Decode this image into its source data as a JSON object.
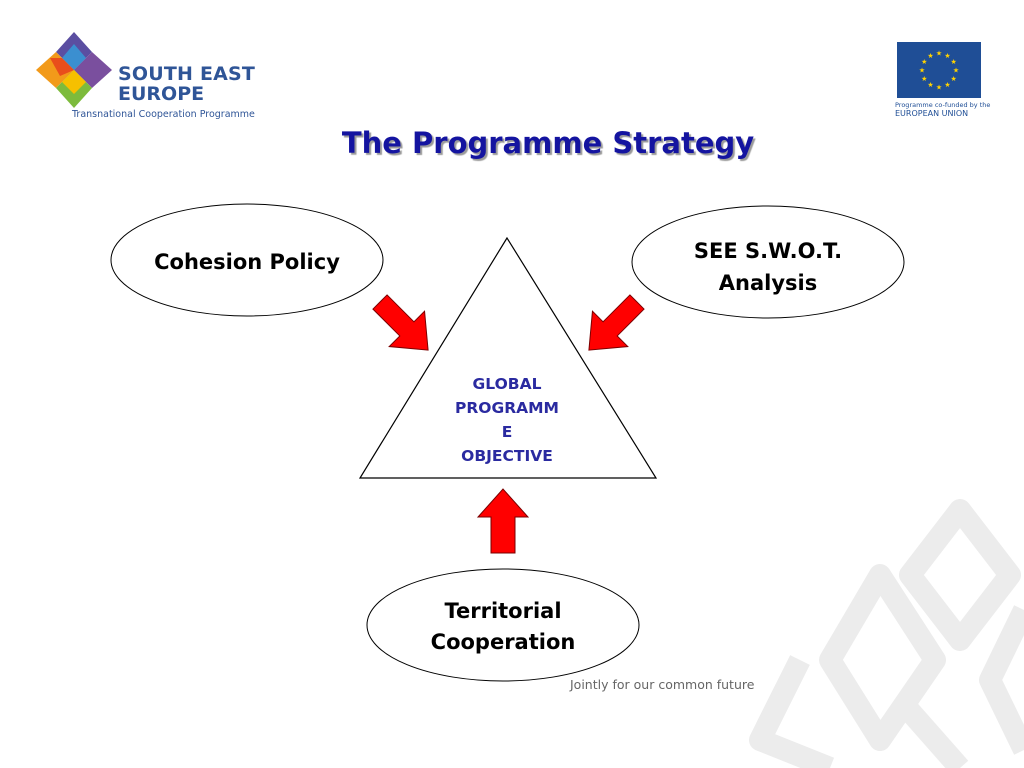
{
  "header": {
    "programme_logo": {
      "line1": "SOUTH EAST",
      "line2": "EUROPE",
      "line3": "Transnational Cooperation Programme"
    },
    "eu_logo": {
      "line1": "Programme co-funded by the",
      "line2": "EUROPEAN UNION"
    }
  },
  "title": "The Programme Strategy",
  "diagram": {
    "inputs": [
      {
        "id": "cohesion",
        "lines": [
          "Cohesion Policy"
        ]
      },
      {
        "id": "swot",
        "lines": [
          "SEE S.W.O.T.",
          "Analysis"
        ]
      },
      {
        "id": "territorial",
        "lines": [
          "Territorial",
          "Cooperation"
        ]
      }
    ],
    "center": {
      "lines": [
        "GLOBAL",
        "PROGRAMM",
        "E",
        "OBJECTIVE"
      ]
    },
    "edges": [
      {
        "from": "cohesion",
        "to": "center"
      },
      {
        "from": "swot",
        "to": "center"
      },
      {
        "from": "territorial",
        "to": "center"
      }
    ]
  },
  "colors": {
    "title": "#1414a0",
    "center_text": "#2a2aa0",
    "arrow_fill": "#ff0000",
    "logo_blue": "#2f5597",
    "eu_blue": "#1f4e96",
    "eu_star": "#ffd200"
  },
  "footer": "Jointly for our common future"
}
